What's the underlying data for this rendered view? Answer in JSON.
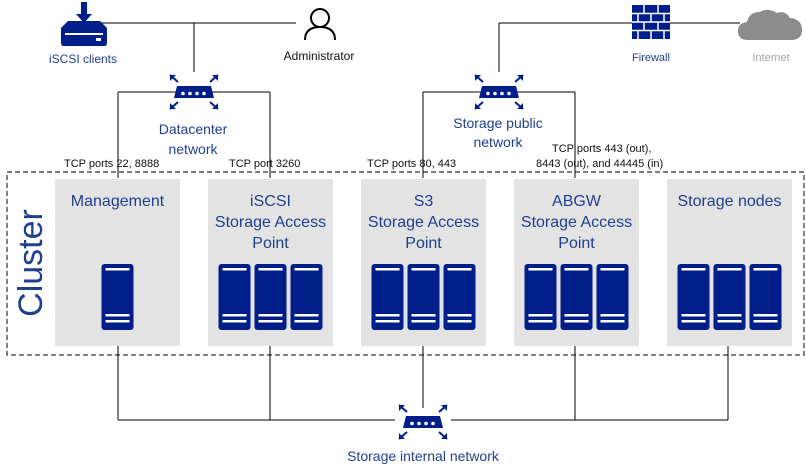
{
  "colors": {
    "accent": "#1f3f8f",
    "server": "#001e8a",
    "panel": "#e3e3e3",
    "muted": "#a6a6a6"
  },
  "top": {
    "iscsi_clients": {
      "label": "iSCSI clients",
      "icon": "download-server-icon"
    },
    "administrator": {
      "label": "Administrator",
      "icon": "person-icon"
    },
    "firewall": {
      "label": "Firewall",
      "icon": "firewall-icon"
    },
    "internet": {
      "label": "Internet",
      "icon": "cloud-icon"
    }
  },
  "networks": {
    "datacenter": {
      "line1": "Datacenter",
      "line2": "network",
      "icon": "network-switch-icon"
    },
    "storage_public": {
      "line1": "Storage public",
      "line2": "network",
      "icon": "network-switch-icon"
    },
    "storage_internal": {
      "label": "Storage internal network",
      "icon": "network-switch-icon"
    }
  },
  "ports": {
    "management": "TCP ports 22, 8888",
    "iscsi": "TCP port 3260",
    "s3": "TCP ports 80, 443",
    "abgw_line1": "TCP ports 443 (out),",
    "abgw_line2": "8443 (out), and 44445 (in)"
  },
  "cluster": {
    "label": "Cluster",
    "components": [
      {
        "lines": [
          "Management"
        ],
        "servers": 1
      },
      {
        "lines": [
          "iSCSI",
          "Storage Access",
          "Point"
        ],
        "servers": 3
      },
      {
        "lines": [
          "S3",
          "Storage Access",
          "Point"
        ],
        "servers": 3
      },
      {
        "lines": [
          "ABGW",
          "Storage Access",
          "Point"
        ],
        "servers": 3
      },
      {
        "lines": [
          "Storage nodes"
        ],
        "servers": 3
      }
    ]
  }
}
